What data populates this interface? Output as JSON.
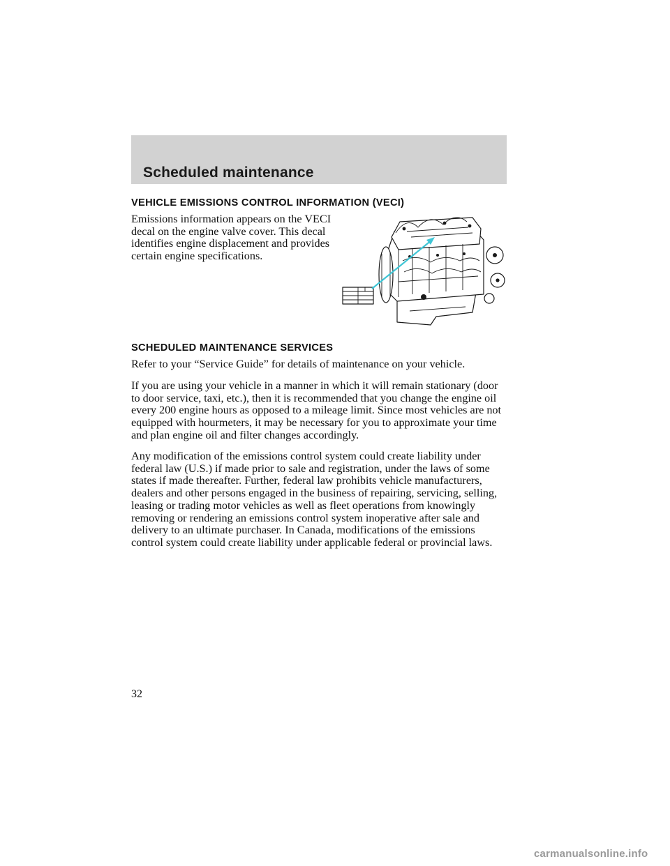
{
  "header": {
    "title": "Scheduled maintenance"
  },
  "veci": {
    "heading": "VEHICLE EMISSIONS CONTROL INFORMATION (VECI)",
    "paragraph": "Emissions information appears on the VECI decal on the engine valve cover. This decal identifies engine displacement and provides certain engine specifications.",
    "figure_icon": "engine-with-veci-decal-illustration",
    "callout_color": "#3fc6d6"
  },
  "services": {
    "heading": "SCHEDULED MAINTENANCE SERVICES",
    "paragraphs": [
      "Refer to your “Service Guide” for details of maintenance on your vehicle.",
      "If you are using your vehicle in a manner in which it will remain stationary (door to door service, taxi, etc.), then it is recommended that you change the engine oil every 200 engine hours as opposed to a mileage limit. Since most vehicles are not equipped with hourmeters, it may be necessary for you to approximate your time and plan engine oil and filter changes accordingly.",
      "Any modification of the emissions control system could create liability under federal law (U.S.) if made prior to sale and registration, under the laws of some states if made thereafter. Further, federal law prohibits vehicle manufacturers, dealers and other persons engaged in the business of repairing, servicing, selling, leasing or trading motor vehicles as well as fleet operations from knowingly removing or rendering an emissions control system inoperative after sale and delivery to an ultimate purchaser. In Canada, modifications of the emissions control system could create liability under applicable federal or provincial laws."
    ]
  },
  "page_number": "32",
  "footer": {
    "watermark": "carmanualsonline.info"
  },
  "colors": {
    "header_band": "#d2d2d2",
    "text": "#111111"
  }
}
